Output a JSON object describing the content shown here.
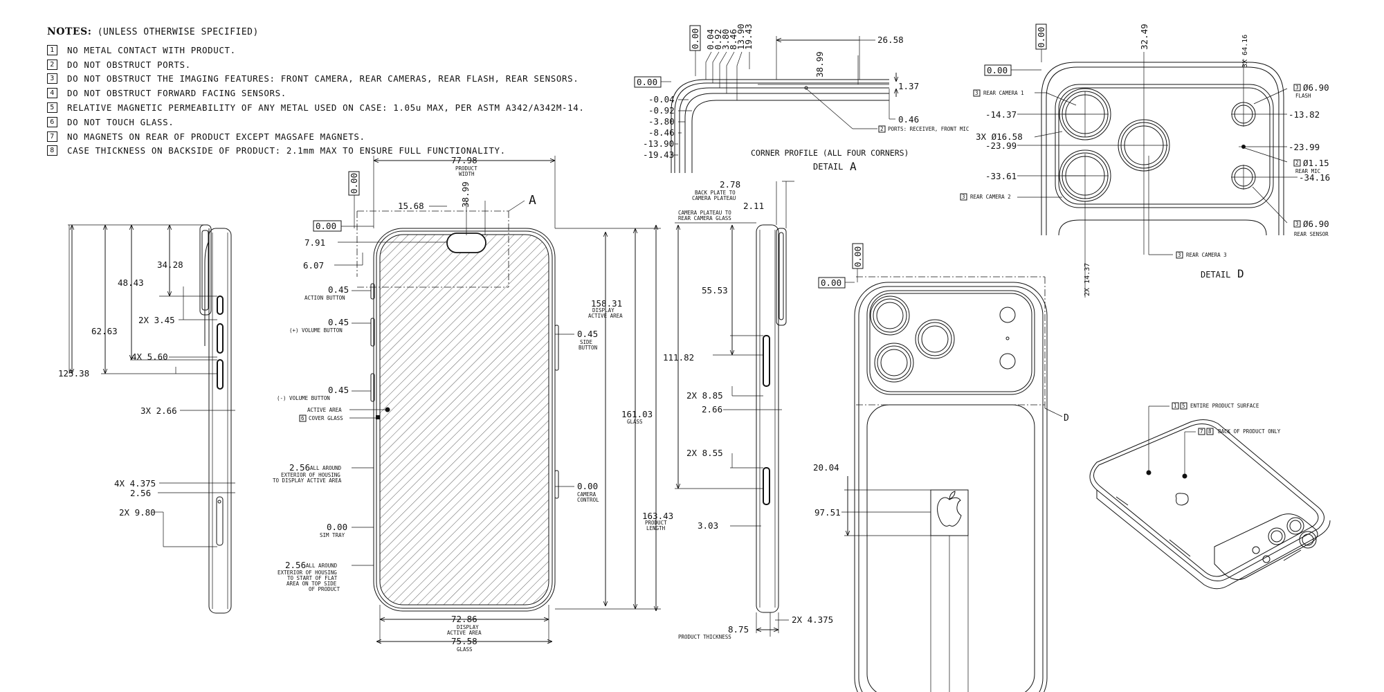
{
  "notes": {
    "header": "NOTES:",
    "header_sub": "(UNLESS OTHERWISE SPECIFIED)",
    "items": [
      {
        "num": "1",
        "text": "NO METAL CONTACT WITH PRODUCT."
      },
      {
        "num": "2",
        "text": "DO NOT OBSTRUCT PORTS."
      },
      {
        "num": "3",
        "text": "DO NOT OBSTRUCT THE IMAGING FEATURES: FRONT CAMERA, REAR CAMERAS, REAR FLASH, REAR SENSORS."
      },
      {
        "num": "4",
        "text": "DO NOT OBSTRUCT FORWARD FACING SENSORS."
      },
      {
        "num": "5",
        "text": "RELATIVE MAGNETIC PERMEABILITY OF ANY METAL USED ON CASE: 1.05u MAX, PER ASTM A342/A342M-14."
      },
      {
        "num": "6",
        "text": "DO NOT TOUCH GLASS."
      },
      {
        "num": "7",
        "text": "NO MAGNETS ON REAR OF PRODUCT EXCEPT MAGSAFE MAGNETS."
      },
      {
        "num": "8",
        "text": "CASE THICKNESS ON BACKSIDE OF PRODUCT: 2.1mm MAX TO ENSURE FULL FUNCTIONALITY."
      }
    ]
  },
  "left_side": {
    "d125": "125.38",
    "d62": "62.63",
    "d48": "48.43",
    "d34": "34.28",
    "d2x345": "2X 3.45",
    "d4x560": "4X 5.60",
    "d3x266": "3X 2.66",
    "d4x4375": "4X 4.375",
    "d256": "2.56",
    "d2x980": "2X 9.80"
  },
  "front": {
    "zero_v": "0.00",
    "zero_h": "0.00",
    "width": "77.98",
    "width_l1": "PRODUCT",
    "width_l2": "WIDTH",
    "d1568": "15.68",
    "d3899": "38.99",
    "detail_a": "A",
    "d791": "7.91",
    "d607": "6.07",
    "action_val": "0.45",
    "action_lbl": "ACTION BUTTON",
    "volup_val": "0.45",
    "volup_lbl": "(+) VOLUME BUTTON",
    "voldn_val": "0.45",
    "voldn_lbl": "(-) VOLUME BUTTON",
    "active_area": "ACTIVE AREA",
    "cover_num": "6",
    "cover_glass": "COVER GLASS",
    "ext_val": "2.56",
    "ext_all": "ALL AROUND",
    "ext_l1": "EXTERIOR OF HOUSING",
    "ext_l2": "TO DISPLAY ACTIVE AREA",
    "sim_val": "0.00",
    "sim_lbl": "SIM TRAY",
    "top_val": "2.56",
    "top_all": "ALL AROUND",
    "top_l1": "EXTERIOR OF HOUSING",
    "top_l2": "TO START OF FLAT",
    "top_l3": "AREA ON TOP SIDE",
    "top_l4": "OF PRODUCT",
    "side_val": "0.45",
    "side_l1": "SIDE",
    "side_l2": "BUTTON",
    "cam_val": "0.00",
    "cam_l1": "CAMERA",
    "cam_l2": "CONTROL",
    "d15831": "158.31",
    "disp_l1": "DISPLAY",
    "disp_l2": "ACTIVE AREA",
    "d16103": "161.03",
    "glass_lbl": "GLASS",
    "d16343": "163.43",
    "len_l1": "PRODUCT",
    "len_l2": "LENGTH",
    "d7286": "72.86",
    "d7286_l1": "DISPLAY",
    "d7286_l2": "ACTIVE AREA",
    "d7558": "75.58",
    "d7558_l1": "GLASS"
  },
  "detail_a": {
    "zero_v": "0.00",
    "zero_h": "0.00",
    "v_vals": [
      "0.04",
      "0.92",
      "3.80",
      "8.46",
      "13.90",
      "19.43"
    ],
    "h_vals": [
      "-0.04",
      "-0.92",
      "-3.80",
      "-8.46",
      "-13.90",
      "-19.43"
    ],
    "d2658": "26.58",
    "d3899": "38.99",
    "d137": "1.37",
    "d046": "0.46",
    "ports_num": "2",
    "ports_lbl": "PORTS: RECEIVER, FRONT MIC",
    "title": "CORNER PROFILE (ALL FOUR CORNERS)",
    "detail": "DETAIL",
    "letter": "A"
  },
  "right_side": {
    "d278": "2.78",
    "d278_l1": "BACK PLATE TO",
    "d278_l2": "CAMERA PLATEAU",
    "d211": "2.11",
    "d211_l1": "CAMERA PLATEAU TO",
    "d211_l2": "REAR CAMERA GLASS",
    "d5553": "55.53",
    "d11182": "111.82",
    "d2x885": "2X 8.85",
    "d266": "2.66",
    "d2x855": "2X 8.55",
    "d303": "3.03",
    "d2x4375": "2X 4.375",
    "d875": "8.75",
    "d875_l1": "PRODUCT THICKNESS"
  },
  "back": {
    "zero_v": "0.00",
    "zero_h": "0.00",
    "d2004": "20.04",
    "d9751": "97.51",
    "detail_d": "D"
  },
  "detail_d": {
    "zero_v": "0.00",
    "zero_h": "0.00",
    "d3249": "32.49",
    "d3x6416": "3X 64.16",
    "cam1_num": "3",
    "cam1": "REAR CAMERA 1",
    "h1437": "-14.37",
    "dia1658": "3X Ø16.58",
    "h2399a": "-23.99",
    "h3361": "-33.61",
    "cam2_num": "3",
    "cam2": "REAR CAMERA 2",
    "flash_num": "3",
    "flash_dia": "Ø6.90",
    "flash_lbl": "FLASH",
    "h1382": "-13.82",
    "h2399b": "-23.99",
    "mic_num": "2",
    "mic_dia": "Ø1.15",
    "mic_lbl": "REAR MIC",
    "h3416": "-34.16",
    "sens_num": "3",
    "sens_dia": "Ø6.90",
    "sens_lbl": "REAR SENSOR",
    "cam3_num": "3",
    "cam3": "REAR CAMERA 3",
    "d2x1437": "2X 14.37",
    "detail": "DETAIL",
    "letter": "D"
  },
  "iso": {
    "n1": "1",
    "n5": "5",
    "entire": "ENTIRE PRODUCT SURFACE",
    "n7": "7",
    "n8": "8",
    "back_only": "BACK OF PRODUCT ONLY"
  }
}
